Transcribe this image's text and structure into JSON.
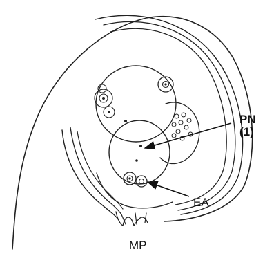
{
  "labels": {
    "pn": "PN",
    "pn_number": "(1)",
    "ea": "EA",
    "mp": "MP"
  },
  "colors": {
    "ink": "#222222",
    "background": "#ffffff"
  }
}
